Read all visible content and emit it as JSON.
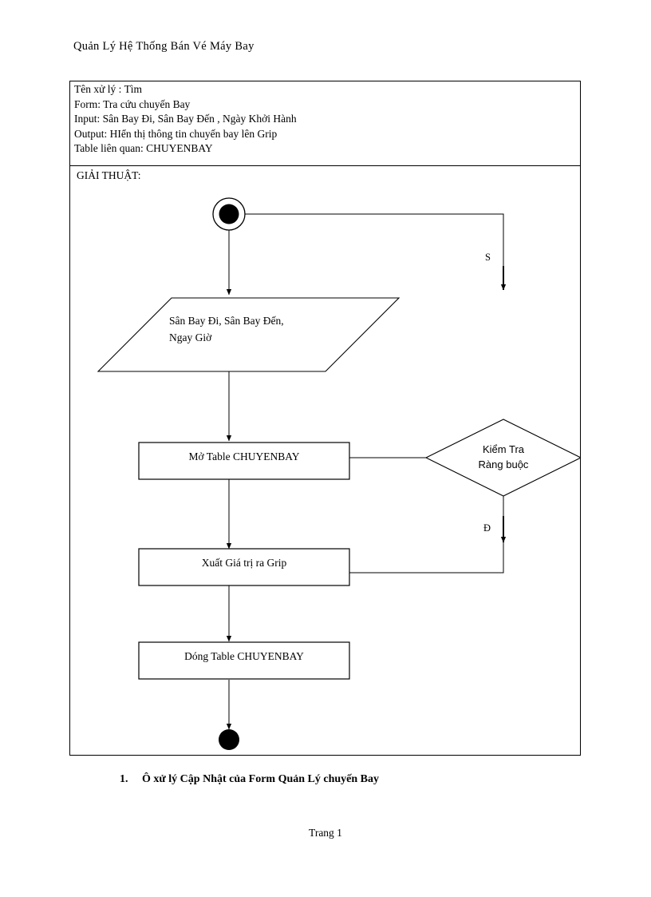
{
  "document": {
    "title": "Quản Lý Hệ Thống Bán Vé Máy Bay",
    "footer": "Trang 1"
  },
  "spec": {
    "name_line": "Tên xử lý : Tìm",
    "form_line": "Form: Tra cứu chuyến Bay",
    "input_line": "Input: Sân Bay Đi, Sân Bay  Đến , Ngày Khởi Hành",
    "output_line": "Output: HIển thị thông tin chuyến bay lên Grip",
    "table_line": "Table liên quan: CHUYENBAY",
    "algorithm_label": "GIẢI THUẬT:"
  },
  "flowchart": {
    "type": "flowchart",
    "start_node": "start-node",
    "end_node": "end-node",
    "io_node": {
      "line1": "Sân Bay Đi, Sân Bay Đến,",
      "line2": "Ngay Giờ"
    },
    "process_1": "Mở Table CHUYENBAY",
    "process_2": "Xuất Giá trị ra Grip",
    "process_3": "Dóng Table CHUYENBAY",
    "decision": {
      "line1": "Kiểm Tra",
      "line2": "Ràng buộc"
    },
    "branch_true": "Đ",
    "branch_false": "S",
    "stroke_color": "#000000",
    "fill_color": "#ffffff"
  },
  "caption": {
    "number": "1.",
    "text": "Ô xử lý Cập Nhật của Form Quản Lý chuyến Bay"
  }
}
